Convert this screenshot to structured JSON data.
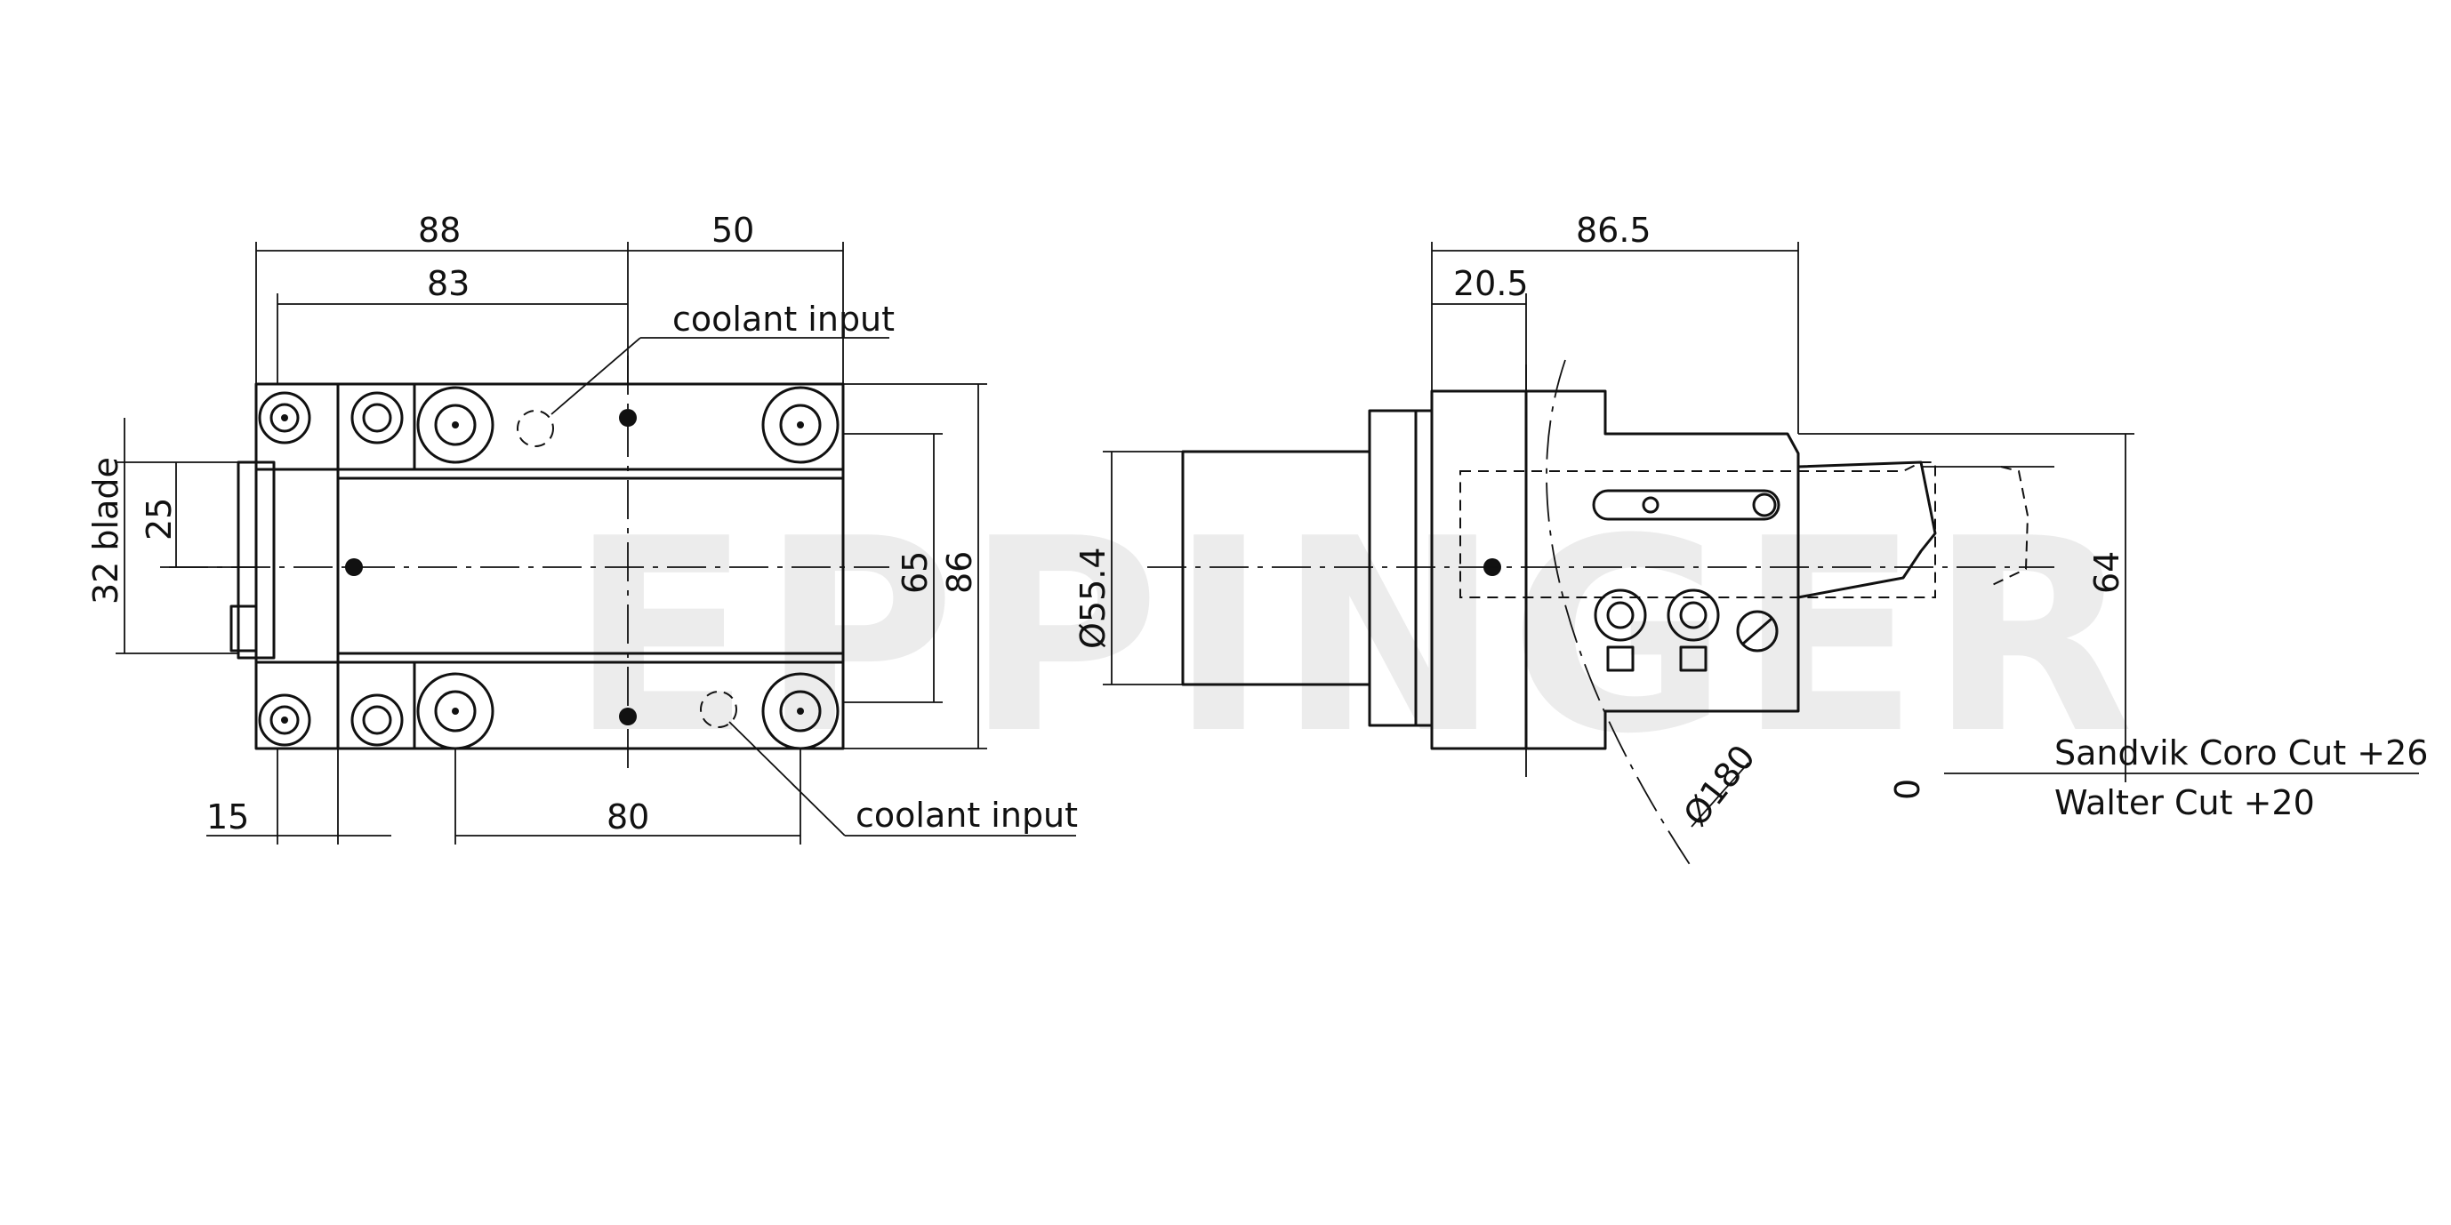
{
  "watermark": "EPPINGER",
  "front_view": {
    "dim_88": "88",
    "dim_50": "50",
    "dim_83": "83",
    "coolant_input_top": "coolant input",
    "dim_32_blade": "32 blade",
    "dim_25": "25",
    "dim_65": "65",
    "dim_86": "86",
    "dim_15": "15",
    "dim_80": "80",
    "coolant_input_bottom": "coolant input"
  },
  "side_view": {
    "dim_86_5": "86.5",
    "dim_20_5": "20.5",
    "dim_dia_55_4": "Ø55.4",
    "dim_dia_180": "Ø180",
    "dim_64": "64",
    "dim_0": "0",
    "sandvik": "Sandvik Coro Cut +26",
    "walter": "Walter Cut +20"
  }
}
